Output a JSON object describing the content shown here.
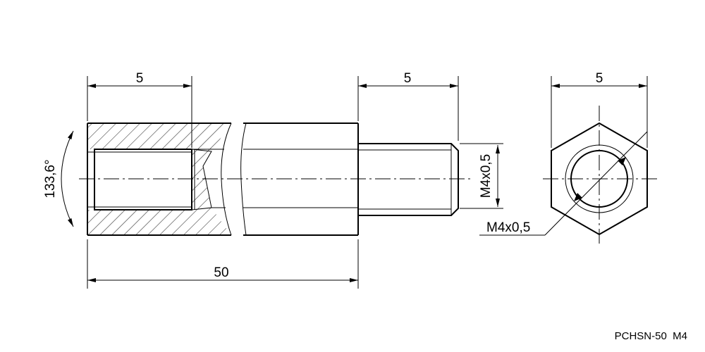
{
  "drawing": {
    "dimensions": {
      "female_end_length": "5",
      "male_thread_length": "5",
      "hex_across_flats": "5",
      "body_length": "50",
      "hex_angle": "133,6°",
      "thread_side": "M4x0,5",
      "thread_end": "M4x0,5"
    },
    "caption": {
      "part_number": "PCHSN-50",
      "thread": "M4"
    }
  }
}
